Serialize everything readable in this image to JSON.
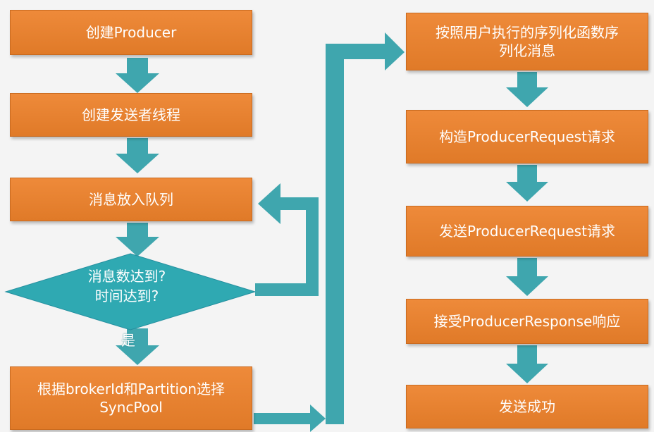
{
  "colors": {
    "box_fill": "#e9832f",
    "box_border": "#c96a1f",
    "arrow_teal": "#3fa6ae",
    "diamond_teal": "#2fa9b2",
    "background": "#f4f4f4",
    "text": "#ffffff"
  },
  "left_column": {
    "create_producer": "创建Producer",
    "create_sender_thread": "创建发送者线程",
    "put_in_queue": "消息放入队列",
    "decision_line1": "消息数达到?",
    "decision_line2": "时间达到?",
    "yes_label": "是",
    "select_line1": "根据brokerId和Partition选择",
    "select_line2": "SyncPool"
  },
  "right_column": {
    "serialize_line1": "按照用户执行的序列化函数序",
    "serialize_line2": "列化消息",
    "build_request": "构造ProducerRequest请求",
    "send_request": "发送ProducerRequest请求",
    "receive_response": "接受ProducerResponse响应",
    "send_success": "发送成功"
  }
}
